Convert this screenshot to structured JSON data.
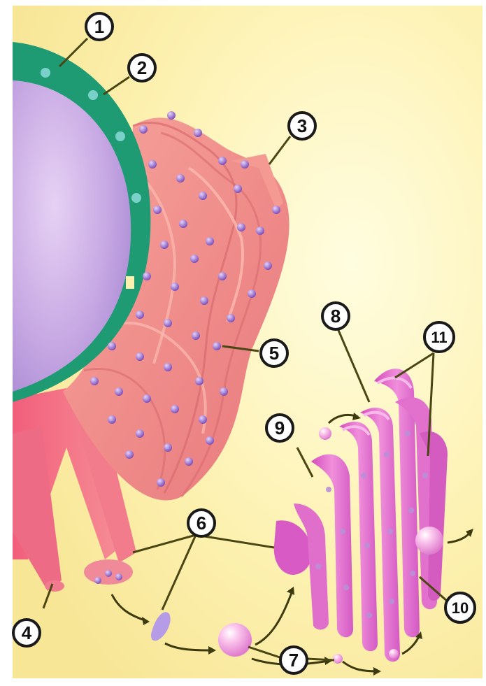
{
  "labels": [
    {
      "id": "1",
      "text": "1"
    },
    {
      "id": "2",
      "text": "2"
    },
    {
      "id": "3",
      "text": "3"
    },
    {
      "id": "4",
      "text": "4"
    },
    {
      "id": "5",
      "text": "5"
    },
    {
      "id": "6",
      "text": "6"
    },
    {
      "id": "7",
      "text": "7"
    },
    {
      "id": "8",
      "text": "8"
    },
    {
      "id": "9",
      "text": "9"
    },
    {
      "id": "10",
      "text": "10"
    },
    {
      "id": "11",
      "text": "11"
    }
  ],
  "colors": {
    "background": "#fdf4b8",
    "nuclear_envelope": "#1d9a72",
    "nucleoplasm": "#c9a9e4",
    "rough_er": "#f08b8b",
    "smooth_er": "#ef6f86",
    "golgi": "#e45fc8",
    "ribosome": "#a77bd2",
    "vesicle": "#f5a8e0",
    "leader_line": "#4a4614"
  }
}
